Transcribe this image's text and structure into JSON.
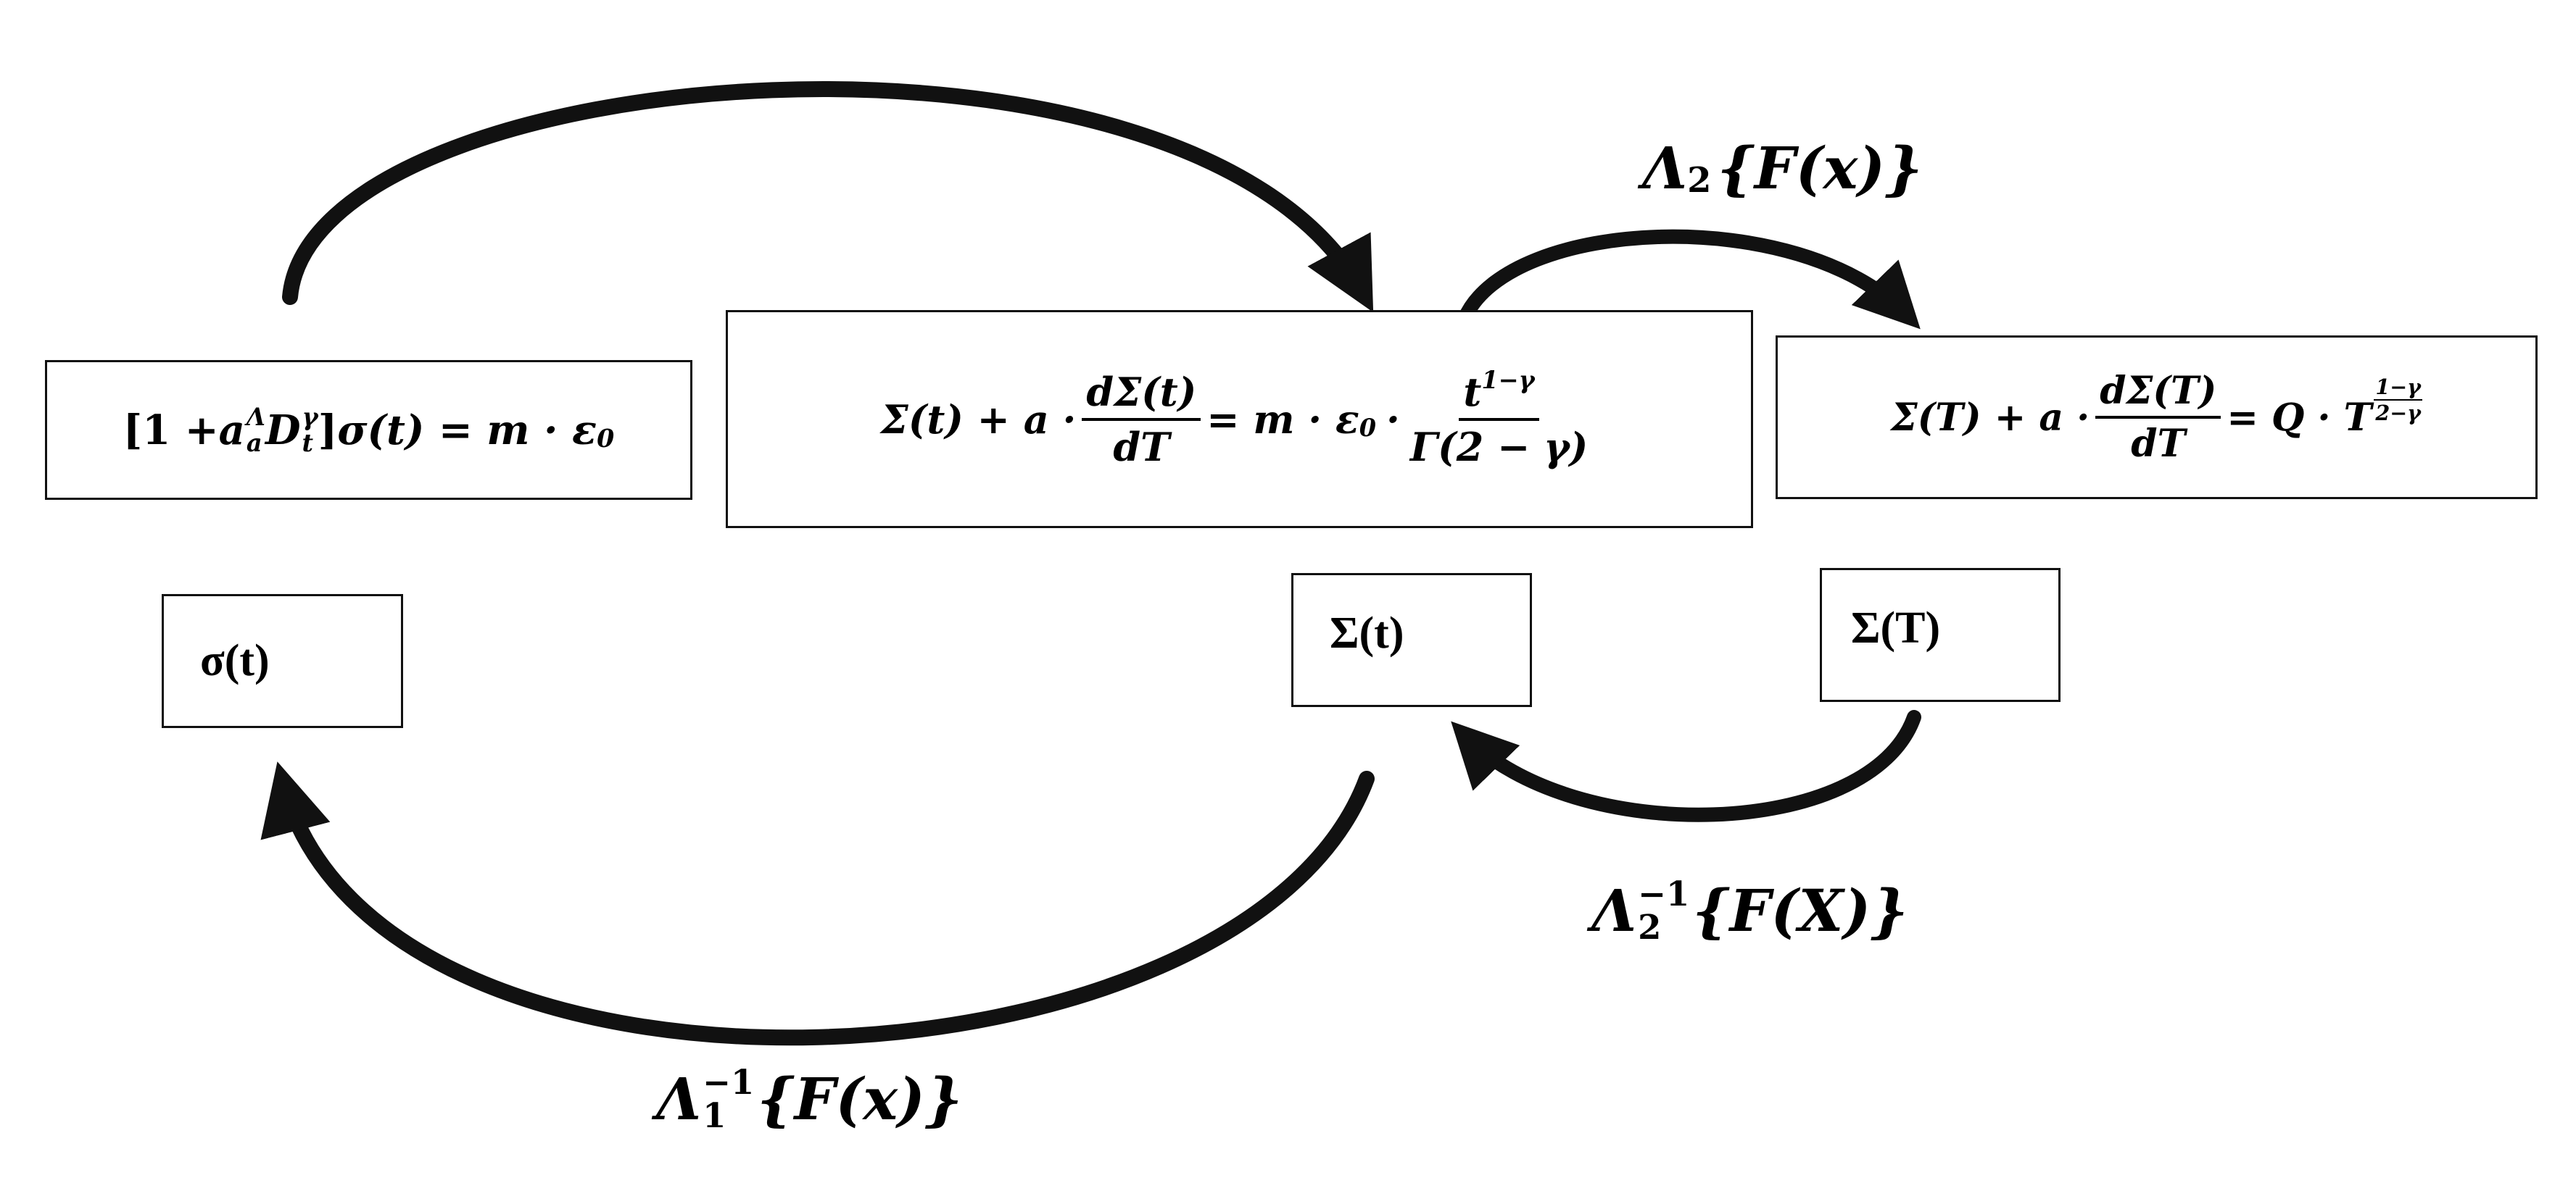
{
  "equations": {
    "fractional_ode": {
      "bracket_open": "[",
      "one_plus": "1 + ",
      "a": "a",
      "a_sup": "Λ",
      "a_sub": "a",
      "D": "D",
      "D_sup": "γ",
      "D_sub": "t",
      "bracket_close": "]",
      "rhs": "σ(t) = m · ε",
      "eps_sub": "0"
    },
    "transformed_t": {
      "lhs": "Σ(t) + a ·",
      "frac_num": "dΣ(t)",
      "frac_den": "dT",
      "mid": "= m · ε",
      "eps_sub": "0",
      "dot": "·",
      "frac2_num": "t",
      "frac2_num_sup": "1−γ",
      "frac2_den": "Γ(2 − γ)"
    },
    "transformed_T": {
      "lhs": "Σ(T) + a ·",
      "frac_num": "dΣ(T)",
      "frac_den": "dT",
      "rhs": "= Q · T",
      "exp_num": "1−γ",
      "exp_den": "2−γ"
    }
  },
  "boxes": {
    "sigma_t": "σ(t)",
    "Sigma_t": "Σ(t)",
    "Sigma_T": "Σ(T)"
  },
  "labels": {
    "lambda2": {
      "sym": "Λ",
      "sub": "2",
      "arg": "{F(x)}"
    },
    "lambda2_inv": {
      "sym": "Λ",
      "sup": "−1",
      "sub": "2",
      "arg": "{F(X)}"
    },
    "lambda1_inv": {
      "sym": "Λ",
      "sup": "−1",
      "sub": "1",
      "arg": "{F(x)}"
    }
  },
  "colors": {
    "stroke": "#111111",
    "background": "#ffffff"
  }
}
